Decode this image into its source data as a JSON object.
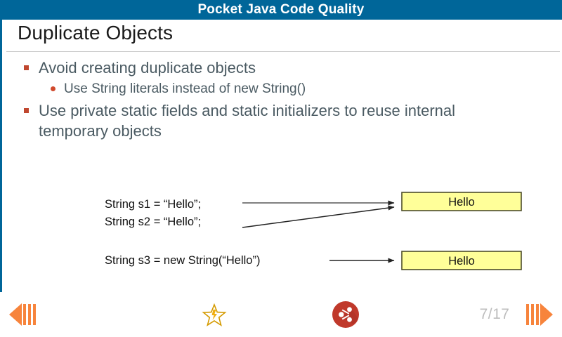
{
  "appbar": {
    "title": "Pocket Java Code Quality",
    "background": "#006699",
    "text_color": "#ffffff"
  },
  "slide": {
    "title": "Duplicate Objects",
    "accent_bar_color": "#006699",
    "bullet_color": "#c0472f",
    "body_text_color": "#4a5a62",
    "bullets": [
      {
        "level": 1,
        "text": "Avoid creating duplicate objects"
      },
      {
        "level": 2,
        "text": "Use String literals instead of new String()"
      },
      {
        "level": 1,
        "text": "Use private static fields and static initializers to reuse internal temporary objects"
      }
    ],
    "diagram": {
      "type": "reference-diagram",
      "box_fill": "#ffff99",
      "box_border": "#4d4d2a",
      "code_lines": [
        {
          "id": "s1",
          "text": "String s1 = “Hello”;"
        },
        {
          "id": "s2",
          "text": "String s2 = “Hello”;"
        },
        {
          "id": "s3",
          "text": "String s3 = new String(“Hello”)"
        }
      ],
      "boxes": [
        {
          "id": "pool-literal",
          "label": "Hello"
        },
        {
          "id": "heap-object",
          "label": "Hello"
        }
      ],
      "arrows": [
        {
          "from": "s1",
          "to": "pool-literal",
          "style": "straight",
          "color": "#6e6e6e"
        },
        {
          "from": "s2",
          "to": "pool-literal",
          "style": "diagonal",
          "color": "#222222"
        },
        {
          "from": "s3",
          "to": "heap-object",
          "style": "straight",
          "color": "#222222"
        }
      ]
    }
  },
  "toolbar": {
    "previous_label": "Previous slide",
    "favorite_label": "Favorite",
    "share_label": "Share",
    "next_label": "Next slide",
    "page_counter": "7/17",
    "current_page": 7,
    "total_pages": 17,
    "arrow_color": "#f7843c",
    "star_color": "#e0a000",
    "share_color": "#c0392b",
    "page_counter_color": "#bdbdbd"
  }
}
